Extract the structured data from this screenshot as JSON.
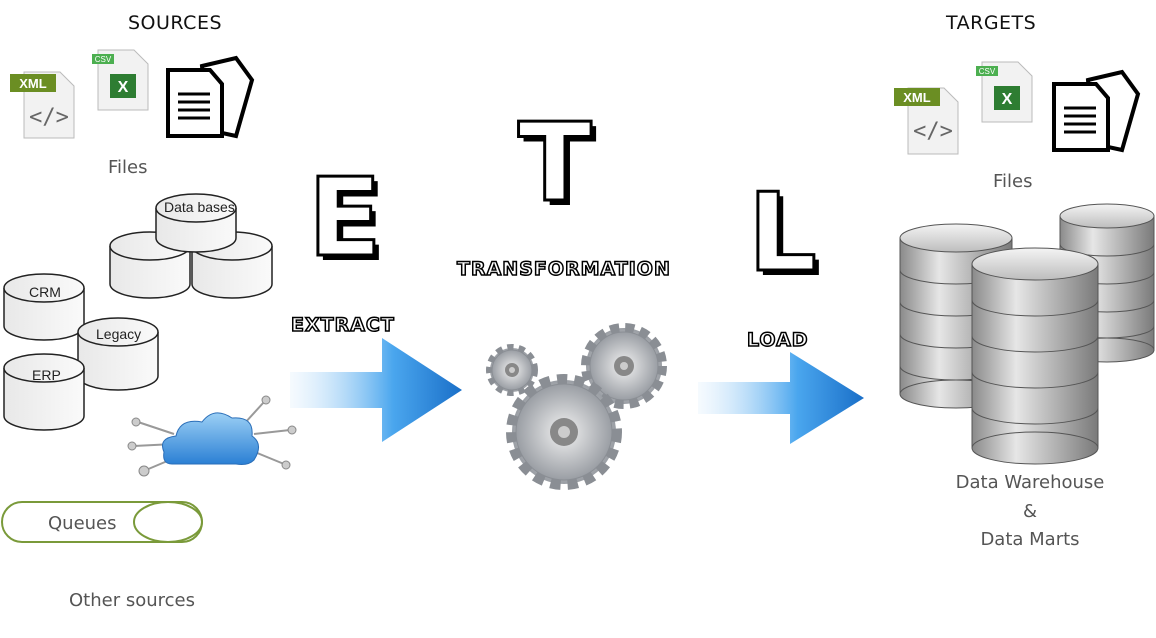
{
  "sources": {
    "title": "SOURCES",
    "files_label": "Files",
    "databases_label": "Data bases",
    "crm_label": "CRM",
    "legacy_label": "Legacy",
    "erp_label": "ERP",
    "queues_label": "Queues",
    "other_label": "Other sources",
    "xml_badge": "XML",
    "csv_badge": "CSV"
  },
  "targets": {
    "title": "TARGETS",
    "files_label": "Files",
    "dw_line1": "Data Warehouse",
    "dw_line2": "&",
    "dw_line3": "Data Marts",
    "xml_badge": "XML",
    "csv_badge": "CSV"
  },
  "etl": {
    "e_letter": "E",
    "t_letter": "T",
    "l_letter": "L",
    "extract_label": "EXTRACT",
    "transform_label": "TRANSFORMATION",
    "load_label": "LOAD"
  },
  "colors": {
    "arrow": "#2a8fe0",
    "queue_outline": "#7a9a3a",
    "xml_badge": "#6b8e23",
    "csv_badge": "#4caf50"
  }
}
